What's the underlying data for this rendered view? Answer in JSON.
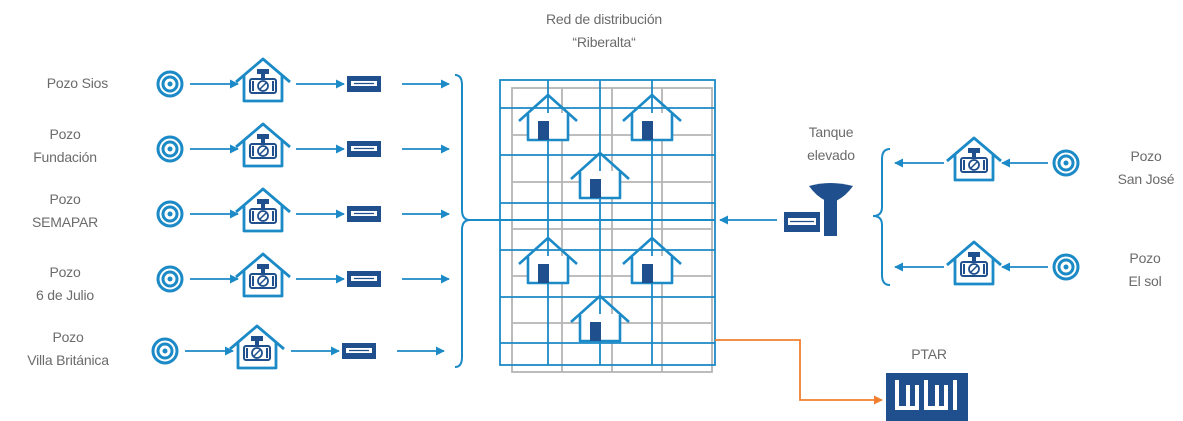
{
  "colors": {
    "blue": "#1b8ac6",
    "dark_blue": "#1f4f8c",
    "grid_gray": "#b5b5b5",
    "orange": "#f08030",
    "text": "#6b6b6b"
  },
  "network": {
    "line1": "Red de distribución",
    "line2": "“Riberalta“"
  },
  "wells_left": [
    {
      "line1": "Pozo Sios",
      "line2": ""
    },
    {
      "line1": "Pozo",
      "line2": "Fundación"
    },
    {
      "line1": "Pozo",
      "line2": "SEMAPAR"
    },
    {
      "line1": "Pozo",
      "line2": "6 de Julio"
    },
    {
      "line1": "Pozo",
      "line2": "Villa Británica"
    }
  ],
  "wells_right": [
    {
      "line1": "Pozo",
      "line2": "San José"
    },
    {
      "line1": "Pozo",
      "line2": "El sol"
    }
  ],
  "tank": {
    "line1": "Tanque",
    "line2": "elevado"
  },
  "ptar": {
    "label": "PTAR"
  },
  "icons": {
    "well": "well-icon",
    "pump_house": "pump-house-icon",
    "filter": "filter-icon",
    "house": "house-icon",
    "tank": "elevated-tank-icon",
    "ptar": "treatment-plant-icon"
  }
}
